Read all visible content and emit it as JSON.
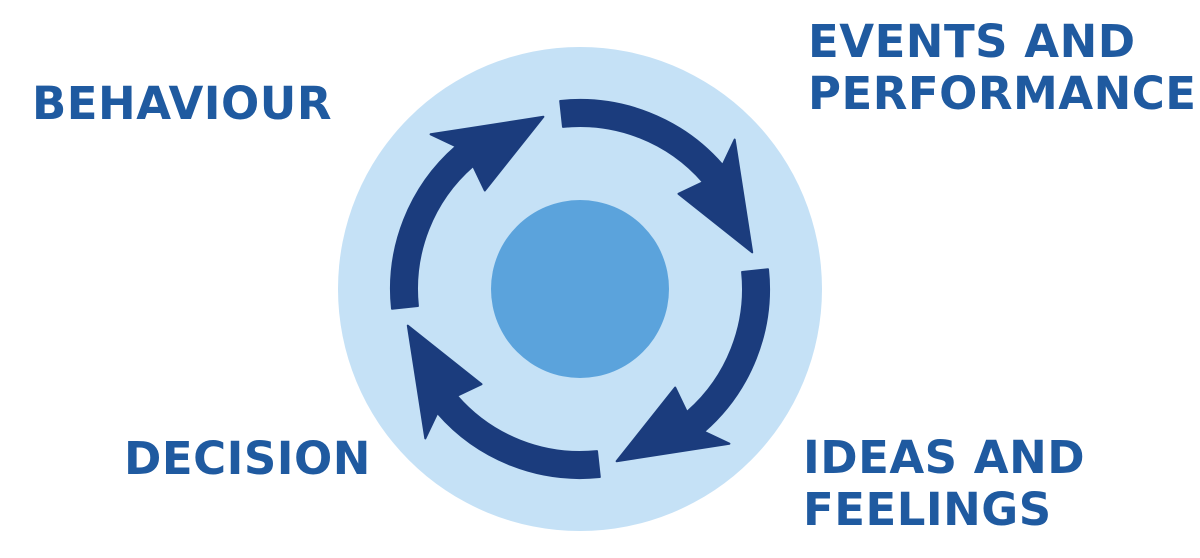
{
  "labels": {
    "behaviour": "BEHAVIOUR",
    "events_line1": "EVENTS AND",
    "events_line2": "PERFORMANCE",
    "ideas_line1": "IDEAS AND",
    "ideas_line2": "FEELINGS",
    "decision": "DECISION"
  },
  "colors": {
    "text": "#1f5aa0",
    "outer_circle": "#c5e1f6",
    "inner_circle": "#5ba3dc",
    "arrows": "#1b3c7d",
    "background": "#ffffff"
  }
}
